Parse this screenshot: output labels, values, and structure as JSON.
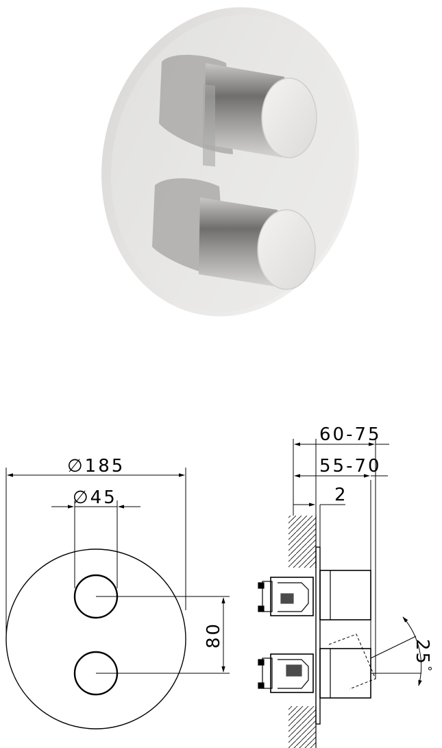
{
  "product_render": {
    "subject": "thermostatic-shower-mixer-render",
    "finish": "brushed steel",
    "knob_count": 2
  },
  "front_view": {
    "plate_diameter": "185",
    "knob_diameter": "45",
    "knob_spacing": "80",
    "diameter_symbol": "∅"
  },
  "side_view": {
    "projection_range": "60-75",
    "body_range": "55-70",
    "plate_thickness": "2",
    "rotation_angle": "25",
    "degree_symbol": "°"
  }
}
